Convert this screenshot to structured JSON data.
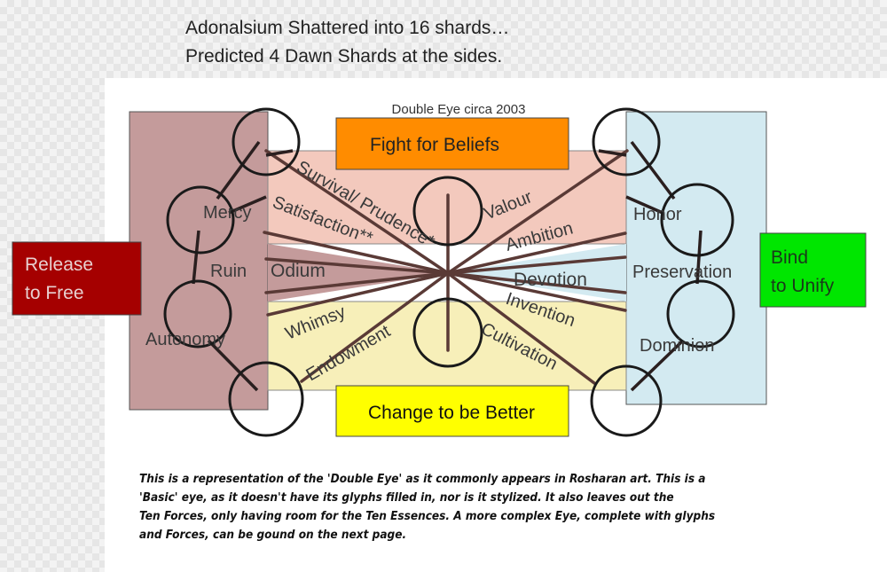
{
  "header": {
    "line1": "Adonalsium Shattered into 16 shards…",
    "line2": "Predicted 4 Dawn Shards at the sides."
  },
  "diagram": {
    "title": "Double Eye circa 2003",
    "colors": {
      "top_box": "#ff8c00",
      "bottom_box": "#ffff00",
      "left_box": "#a50000",
      "right_box": "#00e600",
      "left_panel": "#c49b9b",
      "right_panel": "#d3eaf1",
      "upper_wedge": "#f3c9bd",
      "lower_wedge": "#f7efb9"
    },
    "dawn_shards": {
      "top": "Fight for Beliefs",
      "bottom": "Change to be Better",
      "left_line1": "Release",
      "left_line2": "to Free",
      "right_line1": "Bind",
      "right_line2": "to Unify"
    },
    "shards": {
      "mercy": "Mercy",
      "ruin": "Ruin",
      "autonomy": "Autonomy",
      "odium": "Odium",
      "honor": "Honor",
      "preservation": "Preservation",
      "dominion": "Dominion",
      "devotion": "Devotion",
      "survival": "Survival/ Prudence*",
      "satisfaction": "Satisfaction**",
      "valour": "Valour",
      "ambition": "Ambition",
      "whimsy": "Whimsy",
      "endowment": "Endowment",
      "invention": "Invention",
      "cultivation": "Cultivation"
    }
  },
  "caption": {
    "line1": "This is a representation of the 'Double Eye' as it commonly appears in Rosharan art.  This is a",
    "line2": "'Basic' eye, as it doesn't have its glyphs filled in, nor is it stylized.  It also leaves out the",
    "line3": "Ten Forces, only having room for the Ten Essences.  A more complex Eye, complete with glyphs",
    "line4": "and Forces, can be gound on the next page."
  }
}
